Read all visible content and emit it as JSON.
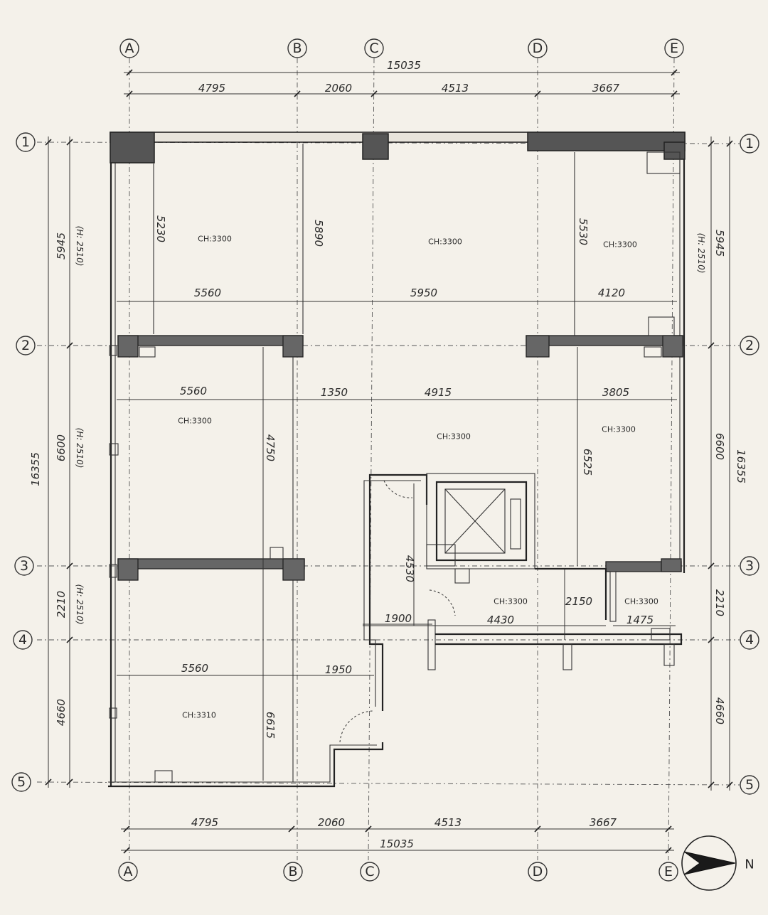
{
  "grid_axes": {
    "top": [
      "A",
      "B",
      "C",
      "D",
      "E"
    ],
    "bottom": [
      "A",
      "B",
      "C",
      "D",
      "E"
    ],
    "left": [
      "1",
      "2",
      "3",
      "4",
      "5"
    ],
    "right": [
      "1",
      "2",
      "3",
      "4",
      "5"
    ]
  },
  "dimensions": {
    "top_total": "15035",
    "top_segments": [
      "4795",
      "2060",
      "4513",
      "3667"
    ],
    "bottom_total": "15035",
    "bottom_segments": [
      "4795",
      "2060",
      "4513",
      "3667"
    ],
    "left_total": "16355",
    "left_segments": [
      "5945",
      "6600",
      "2210",
      "4660"
    ],
    "left_heights": [
      "(H: 2510)",
      "(H: 2510)",
      "(H: 2510)"
    ],
    "right_total": "16355",
    "right_segments": [
      "5945",
      "6600",
      "2210",
      "4660"
    ],
    "right_heights": [
      "(H: 2510)"
    ],
    "interior": {
      "d5230": "5230",
      "d5890": "5890",
      "d5530": "5530",
      "d5560a": "5560",
      "d5950": "5950",
      "d4120": "4120",
      "d5560b": "5560",
      "d1350": "1350",
      "d4915": "4915",
      "d3805": "3805",
      "d4750": "4750",
      "d6525": "6525",
      "d4530": "4530",
      "d1900": "1900",
      "d4430": "4430",
      "d2150": "2150",
      "d1475": "1475",
      "d5560c": "5560",
      "d1950": "1950",
      "d6615": "6615"
    }
  },
  "ceiling_heights": {
    "r1": "CH:3300",
    "r2": "CH:3300",
    "r3": "CH:3300",
    "r4": "CH:3300",
    "r5": "CH:3300",
    "r6": "CH:3300",
    "r7": "CH:3300",
    "r8": "CH:3300",
    "r9": "CH:3310"
  },
  "north_arrow": {
    "label": "N"
  }
}
